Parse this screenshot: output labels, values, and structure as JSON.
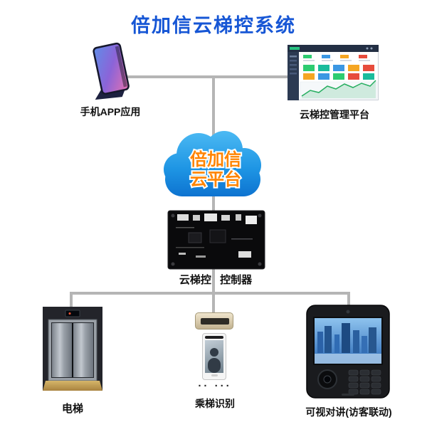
{
  "title": "倍加信云梯控系统",
  "colors": {
    "title_blue": "#1656d5",
    "connector_gray": "#b5b5b5",
    "cloud_blue_top": "#4fbcf4",
    "cloud_blue_bottom": "#0a6ccc",
    "cloud_text_orange": "#ff8400"
  },
  "nodes": {
    "phone": {
      "label": "手机APP应用"
    },
    "platform": {
      "label": "云梯控管理平台"
    },
    "cloud": {
      "line1": "倍加信",
      "line2": "云平台"
    },
    "controller": {
      "label": "云梯控 控制器"
    },
    "elevator": {
      "label": "电梯"
    },
    "recognition": {
      "label": "乘梯识别",
      "dots": "·· ···"
    },
    "intercom": {
      "label": "可视对讲(访客联动)"
    }
  }
}
